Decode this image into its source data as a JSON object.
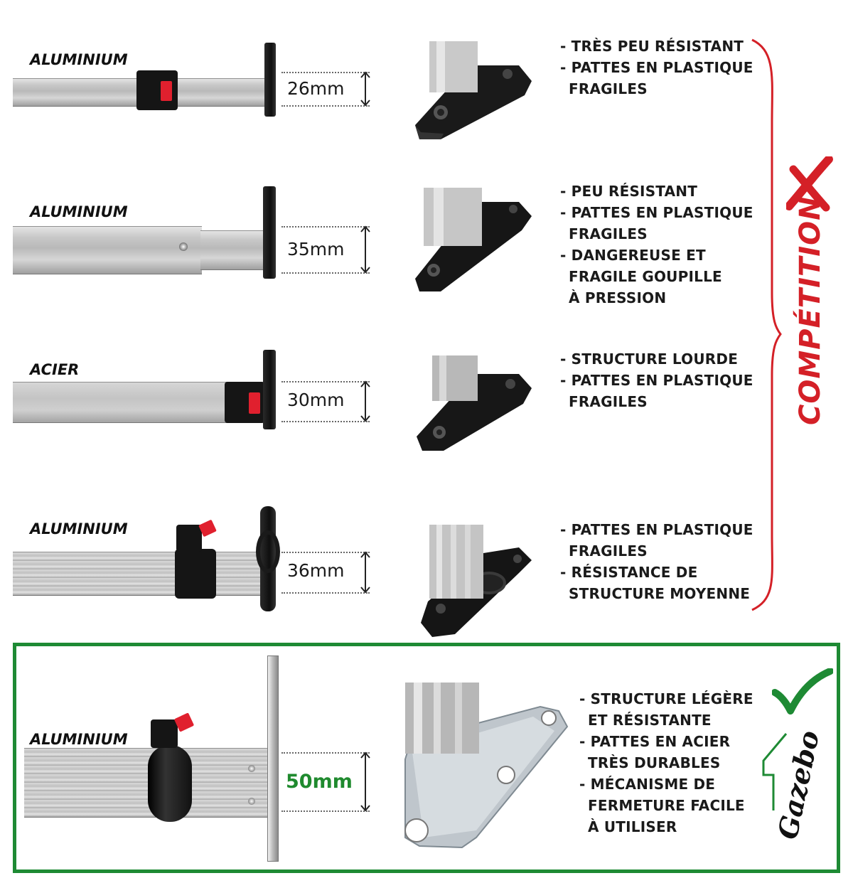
{
  "rows": [
    {
      "material": "ALUMINIUM",
      "size": "26mm",
      "features": [
        "- TRÈS PEU RÉSISTANT",
        "- PATTES EN PLASTIQUE",
        "FRAGILES"
      ]
    },
    {
      "material": "ALUMINIUM",
      "size": "35mm",
      "features": [
        "- PEU RÉSISTANT",
        "- PATTES EN PLASTIQUE",
        "FRAGILES",
        "- DANGEREUSE ET",
        "FRAGILE GOUPILLE",
        "À PRESSION"
      ]
    },
    {
      "material": "ACIER",
      "size": "30mm",
      "features": [
        "- STRUCTURE LOURDE",
        "- PATTES EN PLASTIQUE",
        "FRAGILES"
      ]
    },
    {
      "material": "ALUMINIUM",
      "size": "36mm",
      "features": [
        "- PATTES EN PLASTIQUE",
        "FRAGILES",
        "- RÉSISTANCE DE",
        "STRUCTURE MOYENNE"
      ]
    }
  ],
  "featured": {
    "material": "ALUMINIUM",
    "size": "50mm",
    "features": [
      "- STRUCTURE LÉGÈRE",
      "ET RÉSISTANTE",
      "- PATTES EN ACIER",
      "TRÈS DURABLES",
      "- MÉCANISME DE",
      "FERMETURE FACILE",
      "À UTILISER"
    ],
    "brand": "Gazebo"
  },
  "competition": {
    "label": "COMPÉTITION"
  },
  "colors": {
    "competition_red": "#d42027",
    "featured_green": "#1e8a34",
    "size_green": "#1f8a2e"
  },
  "icons": {
    "competition_mark": "cross-icon",
    "featured_mark": "checkmark-icon"
  }
}
